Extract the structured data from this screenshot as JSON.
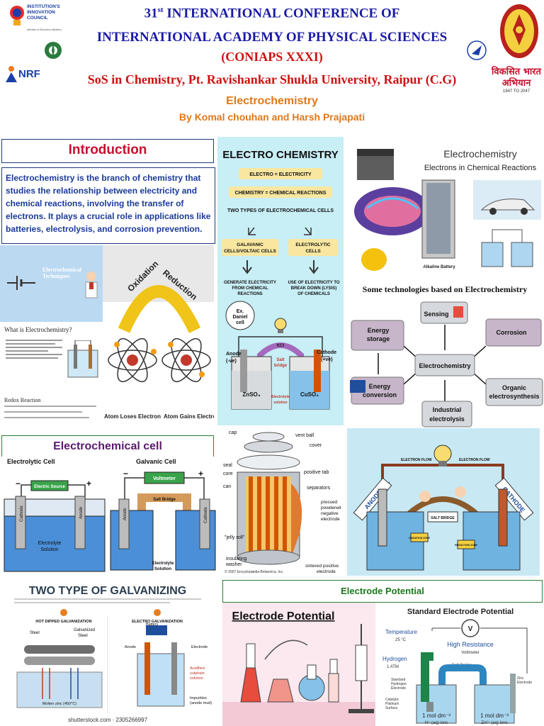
{
  "header": {
    "conf_number": "31",
    "conf_suffix": "st",
    "conf_line1_rest": " INTERNATIONAL CONFERENCE OF",
    "conf_line2": "INTERNATIONAL ACADEMY OF PHYSICAL SCIENCES",
    "conf_short": "(CONIAPS XXXI)",
    "host": "SoS in Chemistry, Pt. Ravishankar Shukla University, Raipur (C.G)",
    "topic": "Electrochemistry",
    "authors": "By Komal chouhan and Harsh Prajapati",
    "logo_iic": "INSTITUTION'S INNOVATION COUNCIL",
    "logo_iic_sub": "(Ministry of Education Initiative)",
    "logo_anrf": "NRF",
    "logo_viksit": "विकसित भारत अभियान",
    "logo_viksit_sub": "1947 TO 2047"
  },
  "colors": {
    "title_blue": "#1a1aa8",
    "title_red": "#cc1111",
    "topic_orange": "#e07818",
    "section_red": "#c8102e",
    "section_purple": "#5b1a6e",
    "section_green": "#1a7a1a",
    "panel_cyan": "#c8eef6",
    "box_border": "#1f3a7a"
  },
  "introduction": {
    "heading": "Introduction",
    "body": "Electrochemistry is the branch of chemistry that studies the relationship between electricity and chemical reactions, involving the transfer of electrons. It plays a crucial role in applications like batteries, electrolysis, and corrosion prevention."
  },
  "techniques_panel": {
    "title": "Electrochemical Techniques",
    "question": "What is Electrochemistry?",
    "redox": "Redox Reaction"
  },
  "oxred_panel": {
    "oxidation": "Oxidation",
    "reduction": "Reduction",
    "loses": "Atom Loses Electron",
    "gains": "Atom Gains Electron"
  },
  "electro_chem_panel": {
    "title": "ELECTRO CHEMISTRY",
    "eq1": "ELECTRO = ELECTRICITY",
    "eq2": "CHEMISTRY = CHEMICAL REACTIONS",
    "types": "TWO TYPES OF ELECTROCHEMICAL CELLS",
    "galvanic": "GALAVANIC CELLS/VOLTAIC CELLS",
    "electrolytic": "ELECTROLYTIC CELLS",
    "galvanic_desc": "GENERATE ELECTRICITY FROM CHEMICAL REACTIONS",
    "electrolytic_desc": "USE OF ELECTRICITY TO BREAK DOWN (LYSIS) OF CHEMICALS",
    "example": "Ex. Daniel cell",
    "anode": "Anode (-ve)",
    "cathode": "Cathode (+ve)",
    "kcl": "KCl",
    "salt_bridge": "Salt bridge",
    "znso4": "ZnSO₄",
    "cuso4": "CuSO₄",
    "electrolyte": "Electrolyte solution"
  },
  "electrons_panel": {
    "title": "Electrochemistry",
    "subtitle": "Electrons in Chemical Reactions",
    "alkaline": "Alkaline Battery"
  },
  "technologies": {
    "title": "Some technologies based on Electrochemistry",
    "center": "Electrochemistry",
    "nodes": [
      "Sensing",
      "Corrosion",
      "Energy storage",
      "Organic electrosynthesis",
      "Energy conversion",
      "Industrial electrolysis"
    ]
  },
  "electrochemical_cell": {
    "heading": "Electrochemical cell",
    "electrolytic_title": "Electrolytic Cell",
    "galvanic_title": "Galvanic Cell",
    "electric_source": "Electric Source",
    "voltmeter": "Voltmeter",
    "salt_bridge": "Salt Bridge",
    "cathode": "Cathode",
    "anode": "Anode",
    "electrolyte_solution": "Electrolyte Solution",
    "electrolyte_solution2": "Electrolyte Solution",
    "minus": "−",
    "plus": "+"
  },
  "battery_panel": {
    "labels": [
      "cap",
      "vent ball",
      "cover",
      "seal",
      "core",
      "positive tab",
      "can",
      "separators",
      "pressed powdered negative electrode",
      "\"jelly roll\"",
      "insulating washer",
      "sintered positive electrode"
    ],
    "credit": "© 2007 Encyclopædia Britannica, Inc."
  },
  "cartoon_panel": {
    "flow_left": "ELECTRON FLOW",
    "flow_right": "ELECTRON FLOW",
    "anode": "ANODE",
    "cathode": "CATHODE",
    "salt_bridge": "SALT BRIDGE",
    "oxidation": "OXIDATION ZONE",
    "reduction": "REDUCTION ZONE"
  },
  "galvanizing_panel": {
    "title": "TWO TYPE OF GALVANIZING",
    "hot": "HOT DIPPED GALVANIZATION",
    "electro": "ELECTRO GALVANIZATION",
    "steel": "Steel",
    "galvanized": "Galvanized Steel",
    "molten": "Molten zinc (450°C)",
    "battery": "Battery",
    "anode": "Anode",
    "electrode": "Electrode",
    "acid": "Acidified sulphate solution",
    "impurities": "Impurities (anode mud)",
    "credit": "shutterstock.com · 2305266997"
  },
  "electrode_potential": {
    "heading": "Electrode Potential",
    "lab_title": "Electrode Potential",
    "sep_title": "Standard Electrode Potential",
    "temperature": "Temperature",
    "temp_val": "25 °C",
    "high_resistance": "High Resistance",
    "voltmeter": "Voltmeter",
    "salt_bridge": "Salt Bridge",
    "hydrogen": "Hydrogen",
    "pressure": "1 ATM",
    "she": "Standard Hydrogen Electrode",
    "catalytic": "Catalytic Platinum Surface",
    "zinc": "Zinc Electrode",
    "left_conc": "1 mol dm⁻³",
    "left_ion": "H⁺ (aq) ions",
    "right_conc": "1 mol dm⁻³",
    "right_ion": "Zn²⁺ (aq) ions",
    "v": "V"
  }
}
